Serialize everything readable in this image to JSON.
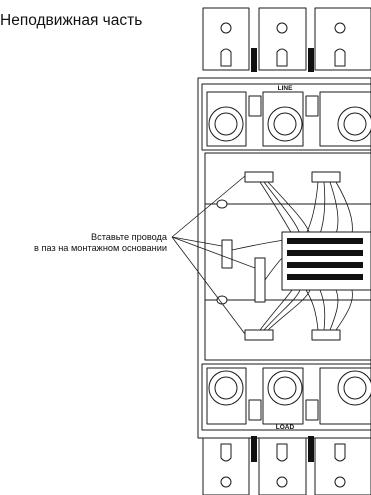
{
  "title": "Неподвижная часть",
  "callout": {
    "line1": "Вставьте провода",
    "line2": "в паз на монтажном основании"
  },
  "labels": {
    "line": "LINE",
    "load": "LOAD"
  },
  "terminal_glyph": "◫◫◫◫",
  "colors": {
    "stroke": "#1a1a1a",
    "fill": "#ffffff",
    "terminal_dark": "#111111"
  }
}
